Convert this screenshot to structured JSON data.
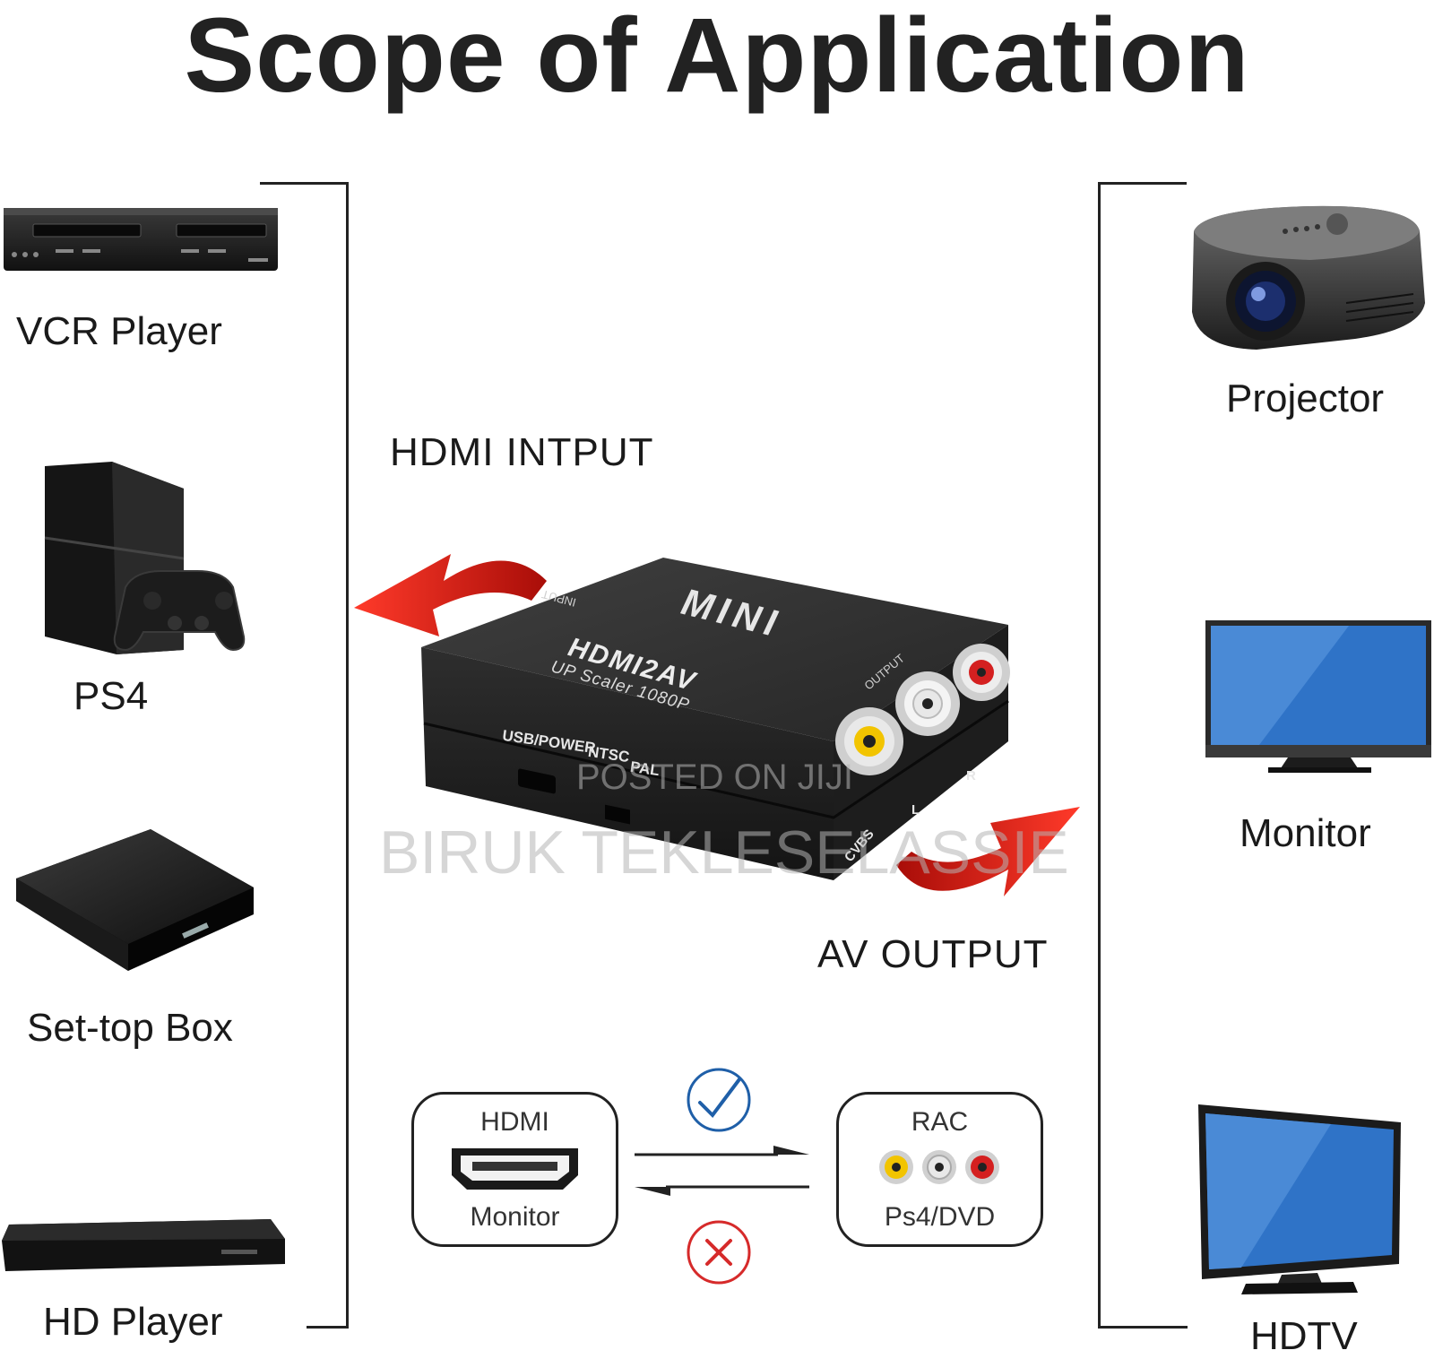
{
  "title": "Scope of Application",
  "left_devices": [
    {
      "label": "VCR Player",
      "icon": "vcr-player-icon"
    },
    {
      "label": "PS4",
      "icon": "ps4-console-icon"
    },
    {
      "label": "Set-top Box",
      "icon": "set-top-box-icon"
    },
    {
      "label": "HD Player",
      "icon": "hd-player-icon"
    }
  ],
  "right_devices": [
    {
      "label": "Projector",
      "icon": "projector-icon"
    },
    {
      "label": "Monitor",
      "icon": "monitor-icon"
    },
    {
      "label": "HDTV",
      "icon": "hdtv-icon"
    }
  ],
  "converter": {
    "input_label": "HDMI INTPUT",
    "output_label": "AV OUTPUT",
    "brand": "MINI",
    "model": "HDMI2AV",
    "subtitle": "UP Scaler 1080P",
    "input_text": "INPUT",
    "output_text": "OUTPUT",
    "port_usb": "USB/POWER",
    "port_ntsc": "NTSC",
    "port_pal": "PAL",
    "rca_labels": [
      "CVBS",
      "L",
      "R"
    ],
    "rca_colors": [
      "#f2c400",
      "#e8e8e8",
      "#d42020"
    ]
  },
  "direction": {
    "source_title": "HDMI",
    "source_caption": "Monitor",
    "target_title": "RAC",
    "target_caption": "Ps4/DVD",
    "ok_icon": "check-icon",
    "bad_icon": "cross-icon",
    "ok_color": "#1f5fa8",
    "bad_color": "#d62a2a",
    "arrow_color": "#d8261c"
  },
  "watermark": {
    "line1": "POSTED ON JIJI",
    "line2": "BIRUK TEKLESELASSIE"
  }
}
